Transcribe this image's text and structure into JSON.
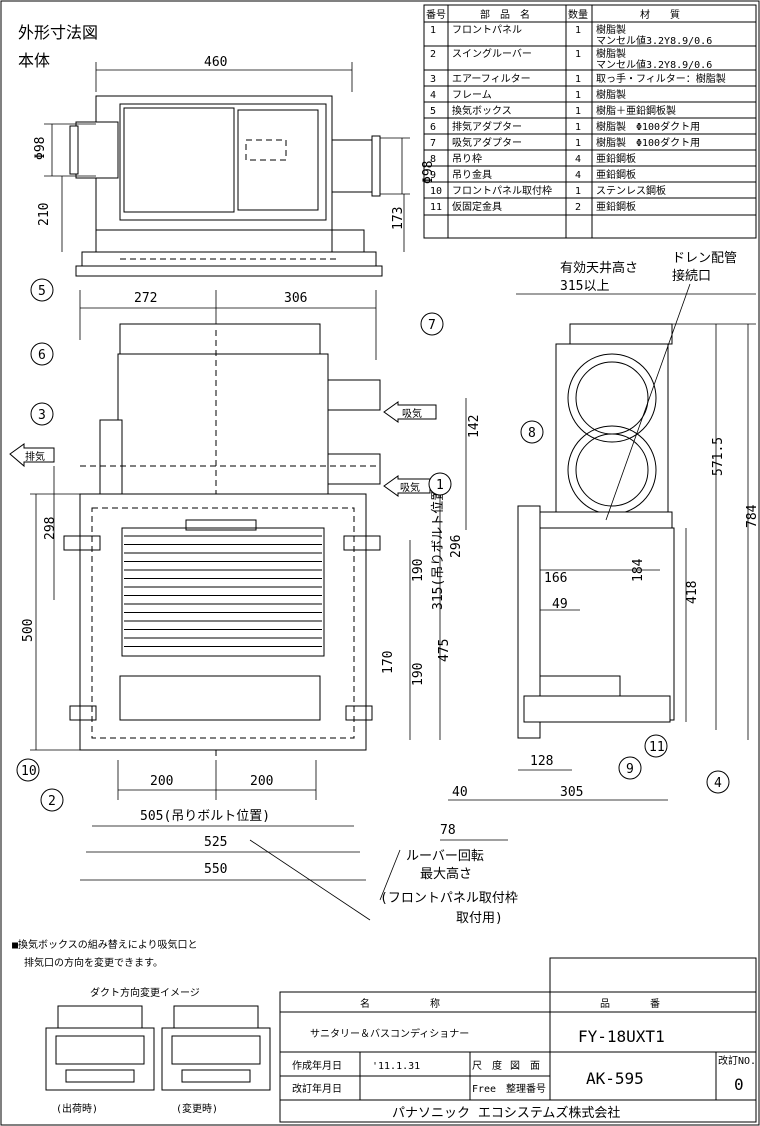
{
  "header": {
    "title": "外形寸法図",
    "subtitle": "本体"
  },
  "parts_table": {
    "headers": [
      "番号",
      "部　品　名",
      "数量",
      "材　　質"
    ],
    "rows": [
      {
        "no": "1",
        "name": "フロントパネル",
        "qty": "1",
        "material": "樹脂製",
        "material2": "マンセル値3.2Y8.9/0.6"
      },
      {
        "no": "2",
        "name": "スイングルーバー",
        "qty": "1",
        "material": "樹脂製",
        "material2": "マンセル値3.2Y8.9/0.6"
      },
      {
        "no": "3",
        "name": "エアーフィルター",
        "qty": "1",
        "material": "取っ手・フィルター：樹脂製"
      },
      {
        "no": "4",
        "name": "フレーム",
        "qty": "1",
        "material": "樹脂製"
      },
      {
        "no": "5",
        "name": "換気ボックス",
        "qty": "1",
        "material": "樹脂＋亜鉛鋼板製"
      },
      {
        "no": "6",
        "name": "排気アダプター",
        "qty": "1",
        "material": "樹脂製　Φ100ダクト用"
      },
      {
        "no": "7",
        "name": "吸気アダプター",
        "qty": "1",
        "material": "樹脂製　Φ100ダクト用"
      },
      {
        "no": "8",
        "name": "吊り枠",
        "qty": "4",
        "material": "亜鉛鋼板"
      },
      {
        "no": "9",
        "name": "吊り金具",
        "qty": "4",
        "material": "亜鉛鋼板"
      },
      {
        "no": "10",
        "name": "フロントパネル取付枠",
        "qty": "1",
        "material": "ステンレス鋼板"
      },
      {
        "no": "11",
        "name": "仮固定金具",
        "qty": "2",
        "material": "亜鉛鋼板"
      }
    ]
  },
  "dims": {
    "top_width": "460",
    "phi_left": "Φ98",
    "phi_right": "Φ98",
    "h210": "210",
    "h173": "173",
    "w272": "272",
    "w306": "306",
    "h142": "142",
    "h298": "298",
    "h296": "296",
    "h500": "500",
    "h190a": "190",
    "h170": "170",
    "h190b": "190",
    "h475": "475",
    "bolt_v": "315(吊りボルト位置)",
    "w200a": "200",
    "w200b": "200",
    "w505": "505(吊りボルト位置)",
    "w525": "525",
    "w550": "550",
    "ceil1": "有効天井高さ",
    "ceil2": "315以上",
    "drain1": "ドレン配管",
    "drain2": "接続口",
    "s571": "571.5",
    "s784": "784",
    "s166": "166",
    "s184": "184",
    "s49": "49",
    "s418": "418",
    "s128": "128",
    "s40": "40",
    "s305": "305",
    "s78": "78"
  },
  "labels": {
    "exhaust": "排気",
    "intake1": "吸気",
    "intake2": "吸気",
    "louver1": "ルーバー回転",
    "louver2": "最大高さ",
    "louver3": "(フロントパネル取付枠",
    "louver4": "取付用)"
  },
  "callouts": [
    "1",
    "2",
    "3",
    "4",
    "5",
    "6",
    "7",
    "8",
    "9",
    "10",
    "11"
  ],
  "note": {
    "line1": "■換気ボックスの組み替えにより吸気口と",
    "line2": "排気口の方向を変更できます。",
    "diagram_title": "ダクト方向変更イメージ",
    "cap1": "(出荷時)",
    "cap2": "(変更時)"
  },
  "titleblock": {
    "name_h": "名　　　　　　称",
    "prod_h": "品　　　　番",
    "name": "サニタリー＆バスコンディショナー",
    "model": "FY-18UXT1",
    "date_h": "作成年月日",
    "date": "'11.1.31",
    "scale_h": "尺　度",
    "fig_h": "図　面",
    "rev_h": "改訂年月日",
    "scale": "Free",
    "ctrl_h": "整理番号",
    "doc": "AK-595",
    "revno_h": "改訂NO.",
    "revno": "0",
    "company": "パナソニック エコシステムズ株式会社"
  }
}
